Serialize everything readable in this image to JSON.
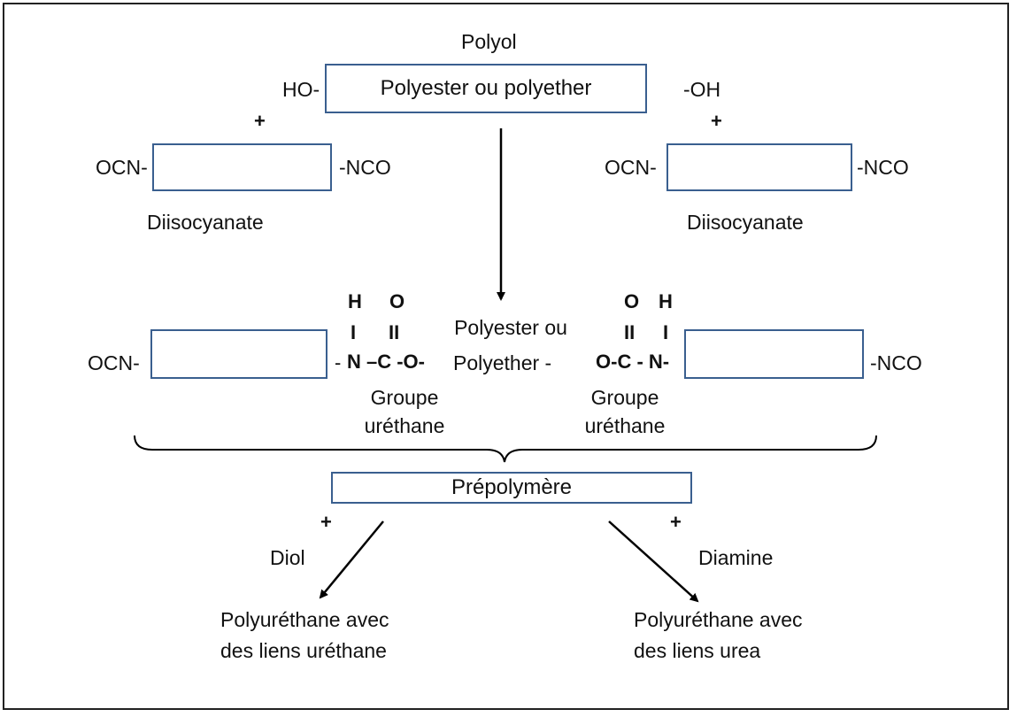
{
  "polyol": {
    "title": "Polyol",
    "box_label": "Polyester ou polyether",
    "left_group": "HO-",
    "right_group": "-OH"
  },
  "plus": "+",
  "diisocyanate": {
    "left_group": "OCN-",
    "right_group": "-NCO",
    "label": "Diisocyanate"
  },
  "prepolymer_chain": {
    "left_group": "OCN-",
    "right_group": "-NCO",
    "center_line1": "Polyester ou",
    "center_line2": "Polyether -",
    "left_urethane": {
      "h": "H",
      "bar": "I",
      "o": "O",
      "dbl": "II",
      "bond_left": "-",
      "chain": "N –C -O-"
    },
    "right_urethane": {
      "o": "O",
      "h": "H",
      "dbl": "II",
      "bar": "I",
      "chain": "O-C - N-"
    },
    "group_line1": "Groupe",
    "group_line2": "uréthane"
  },
  "prepolymer": {
    "label": "Prépolymère"
  },
  "left_branch": {
    "reagent": "Diol",
    "result_line1": "Polyuréthane avec",
    "result_line2": "des liens uréthane"
  },
  "right_branch": {
    "reagent": "Diamine",
    "result_line1": "Polyuréthane avec",
    "result_line2": "des liens urea"
  }
}
